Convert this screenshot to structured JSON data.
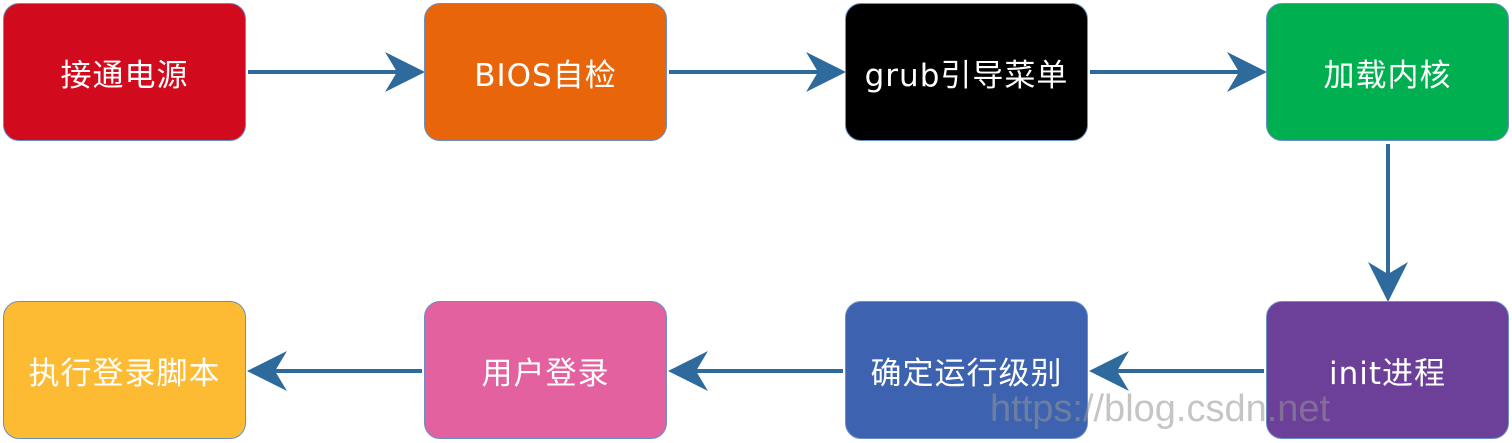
{
  "nodes": [
    {
      "id": "n1",
      "label": "接通电源",
      "color": "#d20a1e"
    },
    {
      "id": "n2",
      "label": "BIOS自检",
      "color": "#e8650a"
    },
    {
      "id": "n3",
      "label": "grub引导菜单",
      "color": "#000000"
    },
    {
      "id": "n4",
      "label": "加载内核",
      "color": "#00b050"
    },
    {
      "id": "n5",
      "label": "init进程",
      "color": "#6c3f99"
    },
    {
      "id": "n6",
      "label": "确定运行级别",
      "color": "#3d63b0"
    },
    {
      "id": "n7",
      "label": "用户登录",
      "color": "#e2619e"
    },
    {
      "id": "n8",
      "label": "执行登录脚本",
      "color": "#fdbb33"
    }
  ],
  "arrow_color": "#2f6a9c",
  "watermark": "https://blog.csdn.net"
}
